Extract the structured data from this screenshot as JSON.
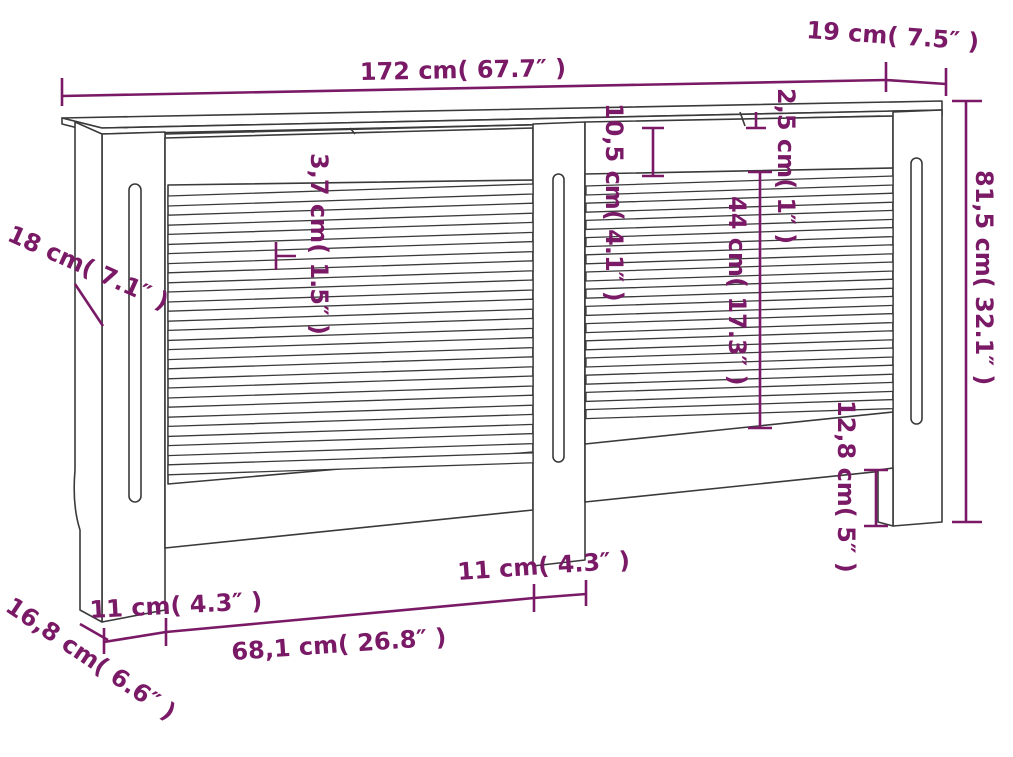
{
  "product": "radiator cover",
  "colors": {
    "dimension": "#7a1a66",
    "outline": "#3a3a3a",
    "background": "#ffffff"
  },
  "dimensions": {
    "total_width": "172 cm( 67.7″ )",
    "depth": "19 cm( 7.5″ )",
    "total_height": "81,5 cm( 32.1″ )",
    "top_thickness": "2,5 cm( 1″ )",
    "top_rail": "10,5 cm( 4.1″ )",
    "grille_height": "44 cm( 17.3″ )",
    "slat_width": "3,7 cm( 1.5″ )",
    "side_panel": "18 cm( 7.1″ )",
    "base_depth": "16,8 cm( 6.6″ )",
    "left_leg": "11 cm( 4.3″ )",
    "center_post": "11 cm( 4.3″ )",
    "opening_width": "68,1 cm( 26.8″ )",
    "floor_clearance": "12,8 cm( 5″ )"
  }
}
